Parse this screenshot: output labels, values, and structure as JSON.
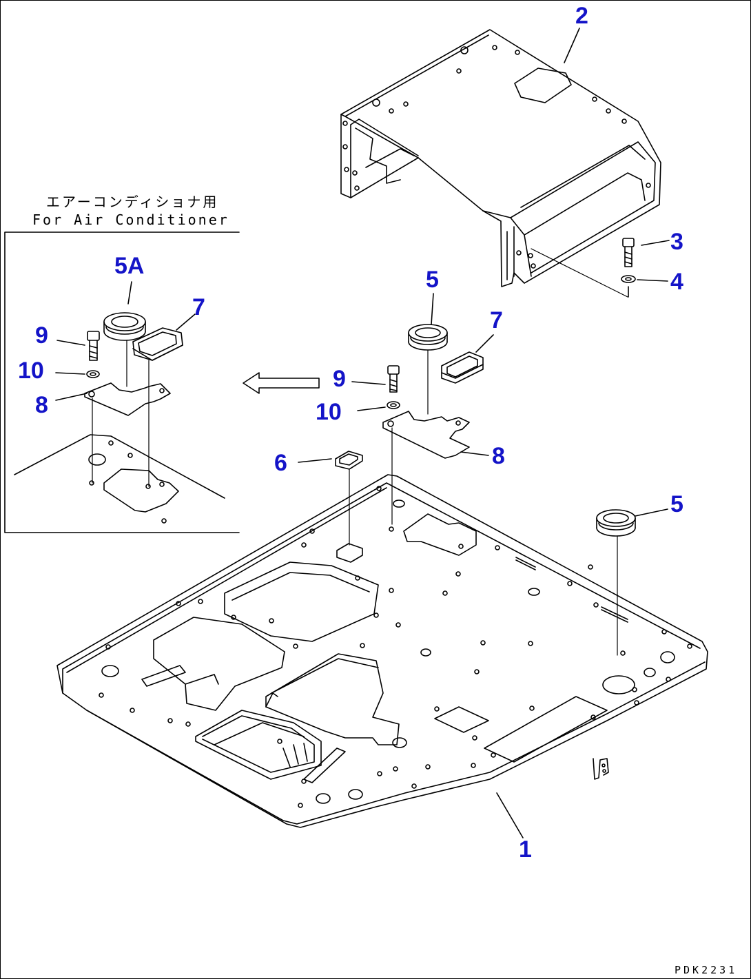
{
  "inset": {
    "caption_jp": "エアーコンディショナ用",
    "caption_en": "For Air Conditioner"
  },
  "callouts": {
    "c1": "1",
    "c2": "2",
    "c3": "3",
    "c4": "4",
    "c5a": "5",
    "c5b": "5",
    "c6": "6",
    "c7": "7",
    "c8": "8",
    "c9": "9",
    "c10": "10",
    "i5a": "5A",
    "i7": "7",
    "i8": "8",
    "i9": "9",
    "i10": "10"
  },
  "drawing_code": "PDK2231",
  "colors": {
    "callout": "#1414c8",
    "line": "#000000"
  }
}
